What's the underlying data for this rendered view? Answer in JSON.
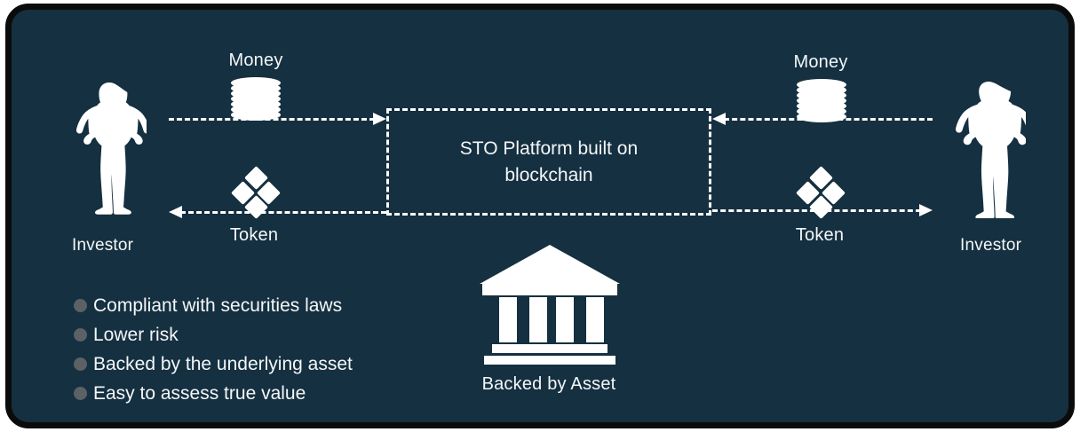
{
  "diagram": {
    "title": "STO Platform Flow Diagram",
    "background_color": "#153040",
    "frame_color": "#0b0b0b",
    "text_color": "#f4f7f9",
    "bullet_dot_color": "#5c6166",
    "platform": {
      "label": "STO Platform built on blockchain",
      "line1": "STO Platform built on",
      "line2": "blockchain"
    },
    "left": {
      "person_label": "Investor",
      "person_icon": "female-silhouette-icon",
      "money_label": "Money",
      "money_icon": "coin-stack-icon",
      "money_flow_direction": "right",
      "token_label": "Token",
      "token_icon": "diamond-cluster-icon",
      "token_flow_direction": "left"
    },
    "right": {
      "person_label": "Investor",
      "person_icon": "male-silhouette-icon",
      "money_label": "Money",
      "money_icon": "coin-stack-icon",
      "money_flow_direction": "left",
      "token_label": "Token",
      "token_icon": "diamond-cluster-icon",
      "token_flow_direction": "right"
    },
    "asset": {
      "label": "Backed by Asset",
      "icon": "bank-building-icon"
    },
    "benefits": [
      {
        "text": "Compliant with securities laws"
      },
      {
        "text": "Lower risk"
      },
      {
        "text": "Backed by the underlying asset"
      },
      {
        "text": "Easy to assess true value"
      }
    ]
  }
}
